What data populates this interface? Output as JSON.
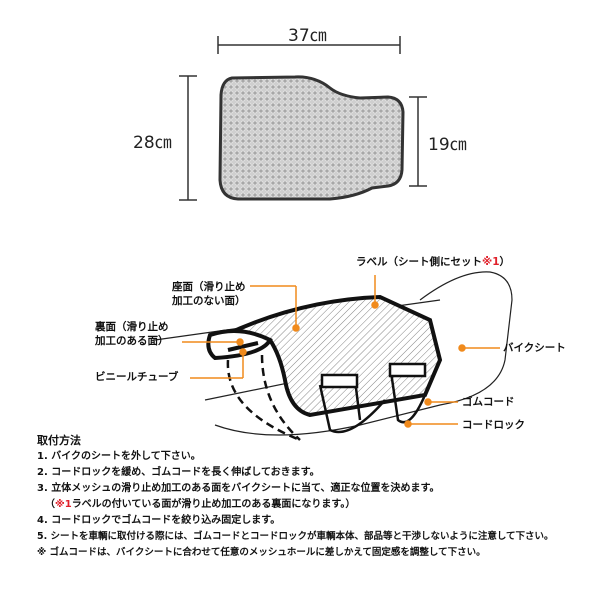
{
  "dimensions": {
    "width": "37㎝",
    "height_left": "28㎝",
    "height_right": "19㎝"
  },
  "labels": {
    "label_tag": "ラベル（シート側にセット",
    "label_tag_mark": "※1",
    "label_tag_end": "）",
    "seat_face_1": "座面（滑り止め",
    "seat_face_2": "加工のない面）",
    "back_face_1": "裏面（滑り止め",
    "back_face_2": "加工のある面）",
    "vinyl_tube": "ビニールチューブ",
    "bike_seat": "バイクシート",
    "rubber_cord": "ゴムコード",
    "cord_lock": "コードロック"
  },
  "instructions": {
    "title": "取付方法",
    "step1": "1. バイクのシートを外して下さい。",
    "step2": "2. コードロックを緩め、ゴムコードを長く伸ばしておきます。",
    "step3": "3. 立体メッシュの滑り止め加工のある面をバイクシートに当て、適正な位置を決めます。",
    "step3_note_open": "（",
    "step3_note_mark": "※1",
    "step3_note_text": "ラベルの付いている面が滑り止め加工のある裏面になります。）",
    "step4": "4. コードロックでゴムコードを絞り込み固定します。",
    "step5": "5. シートを車輌に取付ける際には、ゴムコードとコードロックが車輌本体、部品等と干渉しないように注意して下さい。",
    "note": "※ ゴムコードは、バイクシートに合わせて任意のメッシュホールに差しかえて固定感を調整して下さい。"
  },
  "colors": {
    "accent": "#f08a1c",
    "note_red": "#e0202a"
  }
}
